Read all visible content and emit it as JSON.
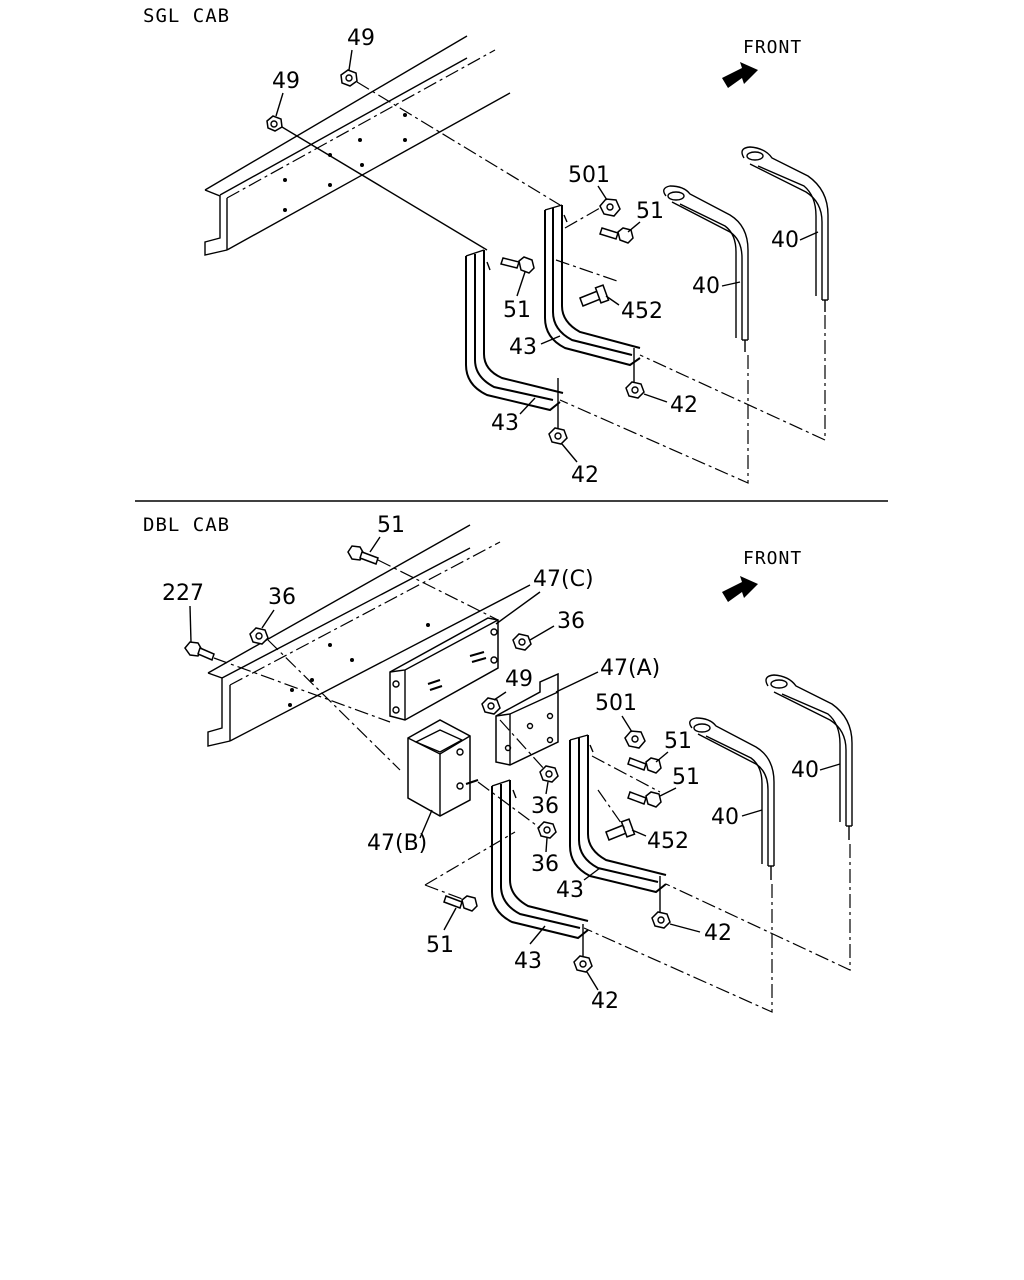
{
  "sections": {
    "sgl": {
      "title": "SGL CAB",
      "front": "FRONT",
      "labels": {
        "nut_49_top": "49",
        "nut_49_left": "49",
        "nut_501": "501",
        "bolt_51_right": "51",
        "bolt_51_left": "51",
        "stud_452": "452",
        "bracket_43_right": "43",
        "bracket_43_left": "43",
        "strap_40_front": "40",
        "strap_40_rear": "40",
        "nut_42_right": "42",
        "nut_42_left": "42"
      }
    },
    "dbl": {
      "title": "DBL CAB",
      "front": "FRONT",
      "labels": {
        "bolt_51_top": "51",
        "bolt_227": "227",
        "nut_36_frame": "36",
        "bracket_47c": "47(C)",
        "nut_36_c": "36",
        "bracket_47a": "47(A)",
        "nut_49": "49",
        "nut_501": "501",
        "bolt_51_a": "51",
        "bolt_51_b": "51",
        "strap_40_rear": "40",
        "strap_40_front": "40",
        "nut_36_mid": "36",
        "stud_452": "452",
        "bracket_47b": "47(B)",
        "nut_36_low": "36",
        "bracket_43_right": "43",
        "bolt_51_low": "51",
        "bracket_43_left": "43",
        "nut_42_right": "42",
        "nut_42_left": "42"
      }
    }
  }
}
